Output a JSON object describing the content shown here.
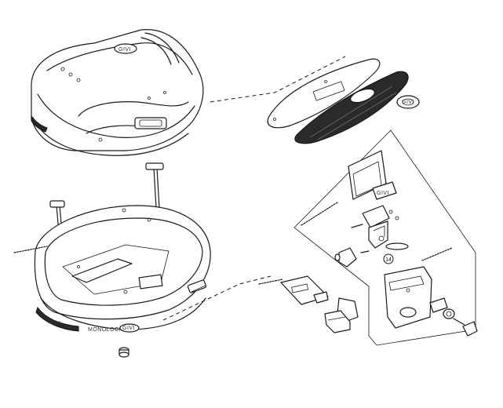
{
  "brand_mark": "GIVI",
  "bottom_band_text": "MONOLOCK",
  "callout_number": "14"
}
